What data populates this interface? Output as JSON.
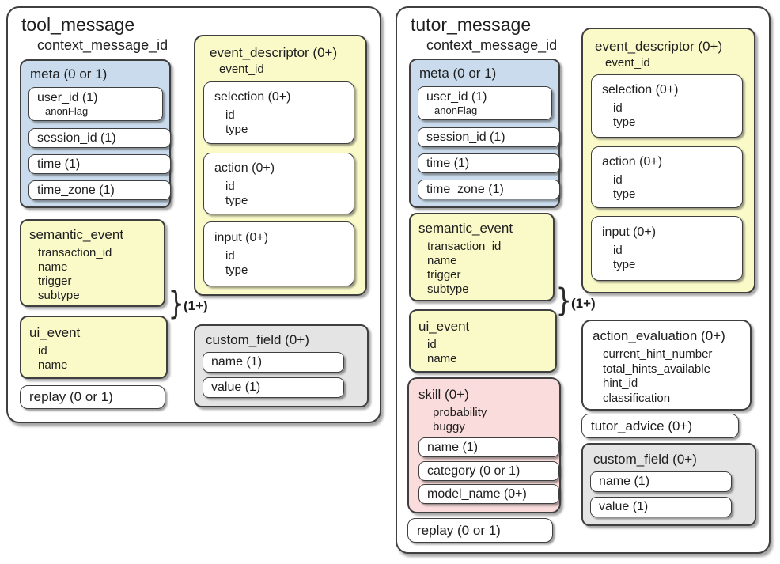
{
  "colors": {
    "meta_fill": "#c9dbec",
    "event_fill": "#fafac9",
    "skill_fill": "#fbdcdc",
    "custom_fill": "#e4e4e4",
    "leaf_fill": "#ffffff",
    "border": "#3f3f3f",
    "text": "#1e1e1e"
  },
  "tool_panel": {
    "title": "tool_message",
    "subtitle": "context_message_id",
    "meta": {
      "title": "meta (0 or 1)",
      "user_id": {
        "label": "user_id (1)",
        "sub": "anonFlag"
      },
      "session_id": "session_id (1)",
      "time": "time (1)",
      "time_zone": "time_zone (1)"
    },
    "event_descriptor": {
      "title": "event_descriptor (0+)",
      "subtitle": "event_id",
      "selection": {
        "title": "selection (0+)",
        "attrs": [
          "id",
          "type"
        ]
      },
      "action": {
        "title": "action (0+)",
        "attrs": [
          "id",
          "type"
        ]
      },
      "input": {
        "title": "input (0+)",
        "attrs": [
          "id",
          "type"
        ]
      }
    },
    "semantic_event": {
      "title": "semantic_event",
      "attrs": [
        "transaction_id",
        "name",
        "trigger",
        "subtype"
      ]
    },
    "multiplicity_brace": "}",
    "multiplicity": "(1+)",
    "ui_event": {
      "title": "ui_event",
      "attrs": [
        "id",
        "name"
      ]
    },
    "replay": "replay (0 or 1)",
    "custom_field": {
      "title": "custom_field (0+)",
      "name": "name (1)",
      "value": "value (1)"
    }
  },
  "tutor_panel": {
    "title": "tutor_message",
    "subtitle": "context_message_id",
    "meta": {
      "title": "meta (0 or 1)",
      "user_id": {
        "label": "user_id (1)",
        "sub": "anonFlag"
      },
      "session_id": "session_id (1)",
      "time": "time (1)",
      "time_zone": "time_zone (1)"
    },
    "event_descriptor": {
      "title": "event_descriptor (0+)",
      "subtitle": "event_id",
      "selection": {
        "title": "selection (0+)",
        "attrs": [
          "id",
          "type"
        ]
      },
      "action": {
        "title": "action (0+)",
        "attrs": [
          "id",
          "type"
        ]
      },
      "input": {
        "title": "input (0+)",
        "attrs": [
          "id",
          "type"
        ]
      }
    },
    "semantic_event": {
      "title": "semantic_event",
      "attrs": [
        "transaction_id",
        "name",
        "trigger",
        "subtype"
      ]
    },
    "multiplicity_brace": "}",
    "multiplicity": "(1+)",
    "ui_event": {
      "title": "ui_event",
      "attrs": [
        "id",
        "name"
      ]
    },
    "skill": {
      "title": "skill (0+)",
      "attrs": [
        "probability",
        "buggy"
      ],
      "name": "name (1)",
      "category": "category (0 or 1)",
      "model_name": "model_name (0+)"
    },
    "replay": "replay (0 or 1)",
    "action_evaluation": {
      "title": "action_evaluation (0+)",
      "attrs": [
        "current_hint_number",
        "total_hints_available",
        "hint_id",
        "classification"
      ]
    },
    "tutor_advice": "tutor_advice (0+)",
    "custom_field": {
      "title": "custom_field (0+)",
      "name": "name (1)",
      "value": "value (1)"
    }
  }
}
